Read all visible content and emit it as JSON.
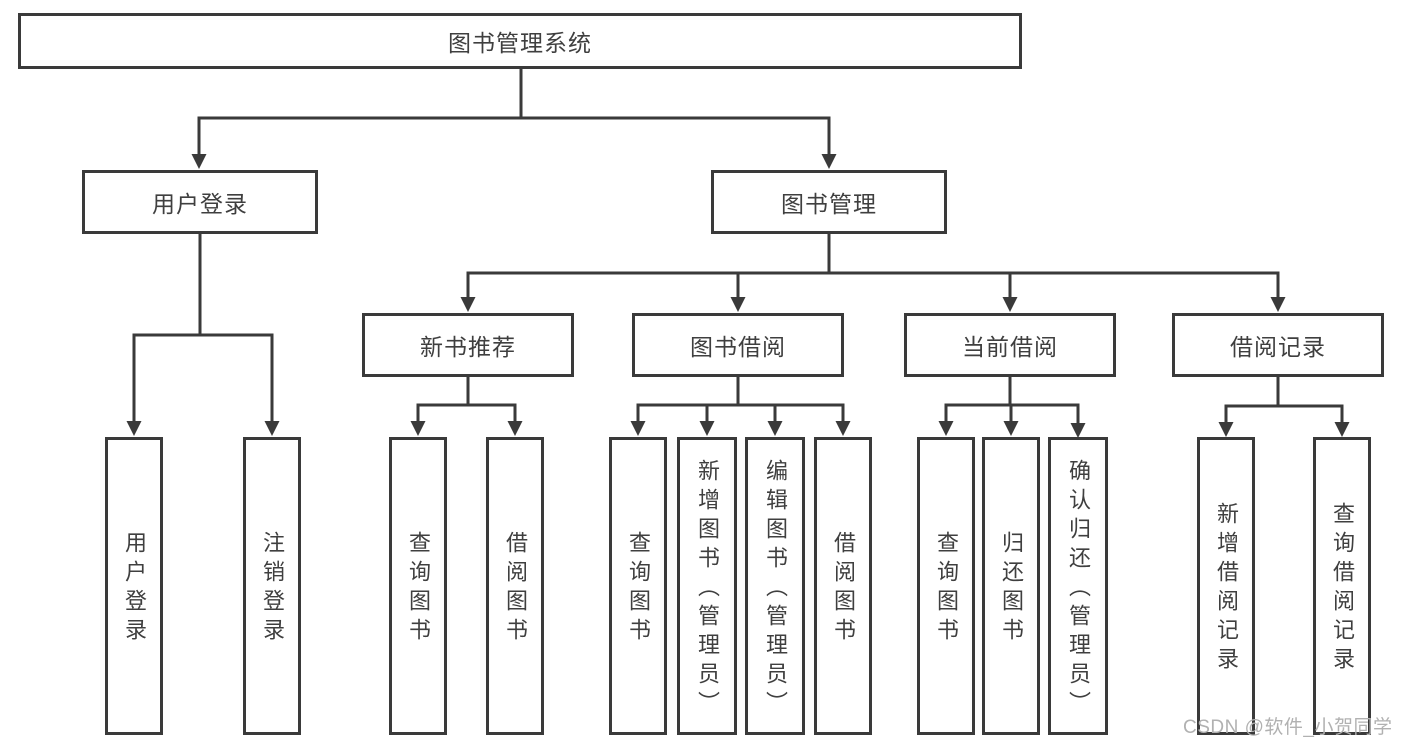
{
  "diagram": {
    "title": "图书管理系统",
    "root": {
      "label": "图书管理系统"
    },
    "level2": [
      {
        "label": "用户登录"
      },
      {
        "label": "图书管理"
      }
    ],
    "level3": [
      {
        "label": "新书推荐"
      },
      {
        "label": "图书借阅"
      },
      {
        "label": "当前借阅"
      },
      {
        "label": "借阅记录"
      }
    ],
    "leaves": {
      "user_login": [
        "用户登录",
        "注销登录"
      ],
      "new_book_recommend": [
        "查询图书",
        "借阅图书"
      ],
      "book_borrow": [
        "查询图书",
        "新增图书（管理员）",
        "编辑图书（管理员）",
        "借阅图书"
      ],
      "current_borrow": [
        "查询图书",
        "归还图书",
        "确认归还（管理员）"
      ],
      "borrow_records": [
        "新增借阅记录",
        "查询借阅记录"
      ]
    }
  },
  "watermark": "CSDN @软件_小贺同学",
  "colors": {
    "line": "#3a3a3a",
    "box_border": "#3a3a3a",
    "text": "#3f3f3f",
    "watermark": "#b1b1b1",
    "background": "#ffffff"
  }
}
